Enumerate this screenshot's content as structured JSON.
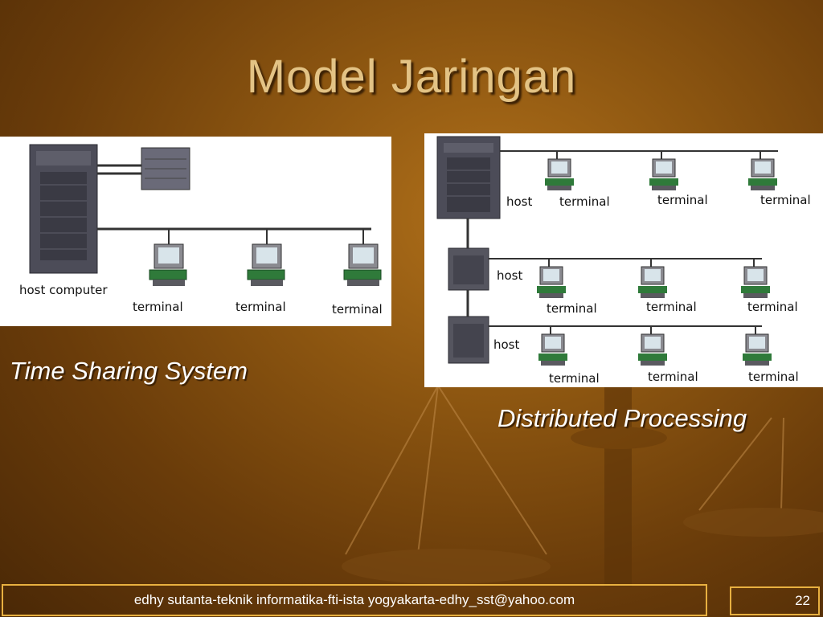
{
  "slide": {
    "title": "Model Jaringan",
    "left_caption": "Time Sharing System",
    "right_caption": "Distributed Processing"
  },
  "left_diagram": {
    "host_label": "host computer",
    "terminal_labels": [
      "terminal",
      "terminal",
      "terminal"
    ]
  },
  "right_diagram": {
    "host_labels": [
      "host",
      "host",
      "host"
    ],
    "terminal_labels": [
      "terminal",
      "terminal",
      "terminal",
      "terminal",
      "terminal",
      "terminal",
      "terminal",
      "terminal",
      "terminal"
    ]
  },
  "footer": {
    "text": "edhy sutanta-teknik informatika-fti-ista yogyakarta-edhy_sst@yahoo.com",
    "page_number": "22"
  },
  "colors": {
    "title": "#e3c385",
    "footer_border": "#e8b040"
  }
}
